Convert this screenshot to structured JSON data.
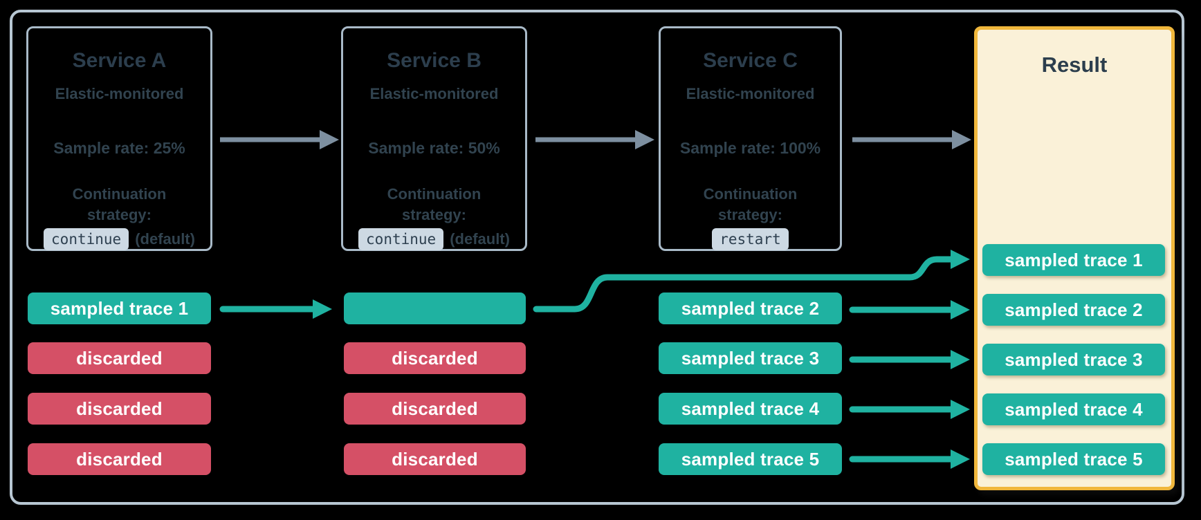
{
  "colors": {
    "background": "#000000",
    "frame_border": "#b7c6d2",
    "service_box_border": "#a9bac8",
    "text_dark": "#2e4050",
    "code_chip_bg": "#cdd9e3",
    "teal_chip": "#1fb2a1",
    "red_chip": "#d55066",
    "result_bg": "#faf1d8",
    "result_border": "#f0b73c",
    "gray_arrow": "#7d8fa0"
  },
  "services": [
    {
      "title": "Service A",
      "monitored": "Elastic-monitored",
      "sample_rate": "Sample rate: 25%",
      "continuation": "Continuation",
      "strategy_label": "strategy:",
      "strategy_code": "continue",
      "strategy_suffix": "(default)"
    },
    {
      "title": "Service B",
      "monitored": "Elastic-monitored",
      "sample_rate": "Sample rate: 50%",
      "continuation": "Continuation",
      "strategy_label": "strategy:",
      "strategy_code": "continue",
      "strategy_suffix": "(default)"
    },
    {
      "title": "Service C",
      "monitored": "Elastic-monitored",
      "sample_rate": "Sample rate: 100%",
      "continuation": "Continuation",
      "strategy_label": "strategy:",
      "strategy_code": "restart",
      "strategy_suffix": ""
    }
  ],
  "columns": {
    "a": [
      "sampled trace 1",
      "discarded",
      "discarded",
      "discarded"
    ],
    "b": [
      "",
      "discarded",
      "discarded",
      "discarded"
    ],
    "c": [
      "sampled trace 2",
      "sampled trace 3",
      "sampled trace 4",
      "sampled trace 5"
    ]
  },
  "result": {
    "title": "Result",
    "chips": [
      "sampled trace 1",
      "sampled trace 2",
      "sampled trace 3",
      "sampled trace 4",
      "sampled trace 5"
    ]
  }
}
